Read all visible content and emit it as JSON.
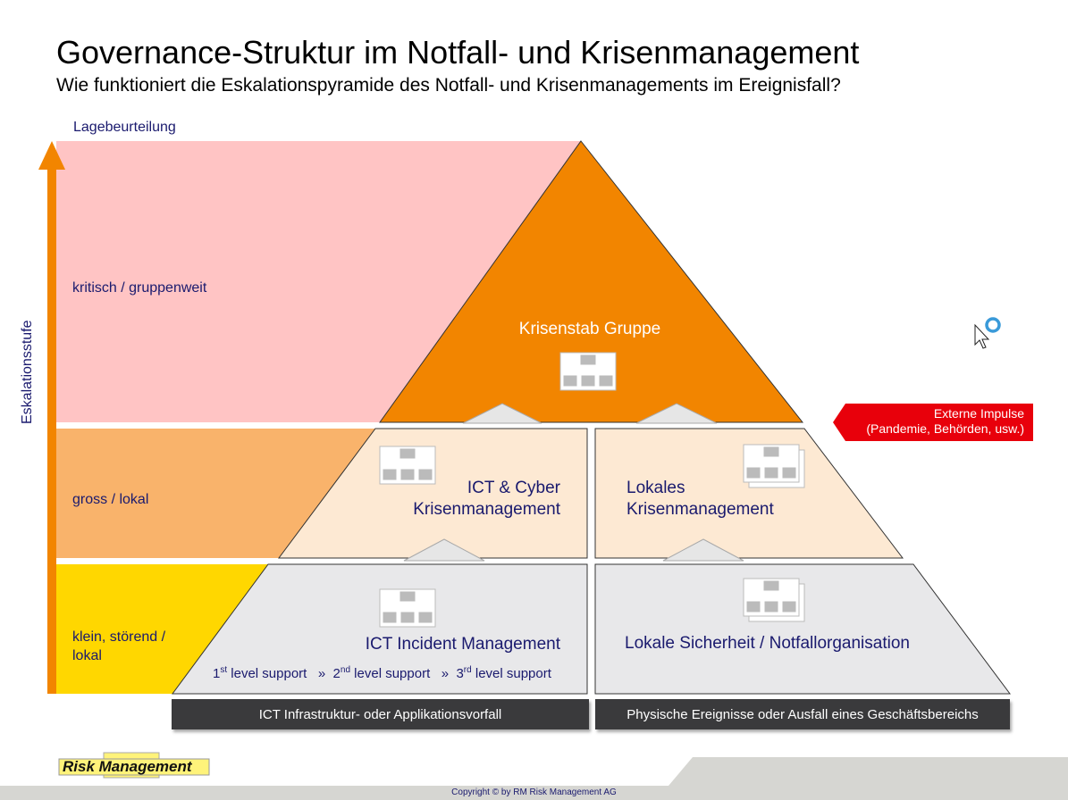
{
  "title": "Governance-Struktur im Notfall- und Krisenmanagement",
  "subtitle": "Wie funktioniert die Eskalationspyramide des Notfall- und Krisenmanagements im Ereignisfall?",
  "axis": {
    "top_label": "Lagebeurteilung",
    "vertical_label": "Eskalationsstufe"
  },
  "levels": [
    "kritisch / gruppenweit",
    "gross / lokal",
    "klein, störend / lokal"
  ],
  "boxes": {
    "top": "Krisenstab Gruppe",
    "mid_left": [
      "ICT & Cyber",
      "Krisenmanagement"
    ],
    "mid_right": [
      "Lokales",
      "Krisenmanagement"
    ],
    "bottom_left": "ICT Incident Management",
    "bottom_right": "Lokale Sicherheit / Notfallorganisation"
  },
  "support": {
    "l1": "1",
    "l1_sup": "st",
    "l1_text": " level support",
    "sep": "»",
    "l2": "2",
    "l2_sup": "nd",
    "l2_text": " level support",
    "l3": "3",
    "l3_sup": "rd",
    "l3_text": " level support"
  },
  "bars": [
    "ICT Infrastruktur- oder Applikationsvorfall",
    "Physische Ereignisse oder Ausfall eines Geschäftsbereichs"
  ],
  "external": [
    "Externe Impulse",
    "(Pandemie, Behörden, usw.)"
  ],
  "logo": "Risk Management",
  "copyright": "Copyright ©  by RM Risk Management AG",
  "colors": {
    "critical": "#ffc4c4",
    "large": "#f9b36b",
    "small": "#ffd700",
    "pyramid_top": "#f28500",
    "mid": "#fde9d3",
    "bottom": "#e8e8ea",
    "bar": "#3a3a3c",
    "external": "#e8000b"
  }
}
